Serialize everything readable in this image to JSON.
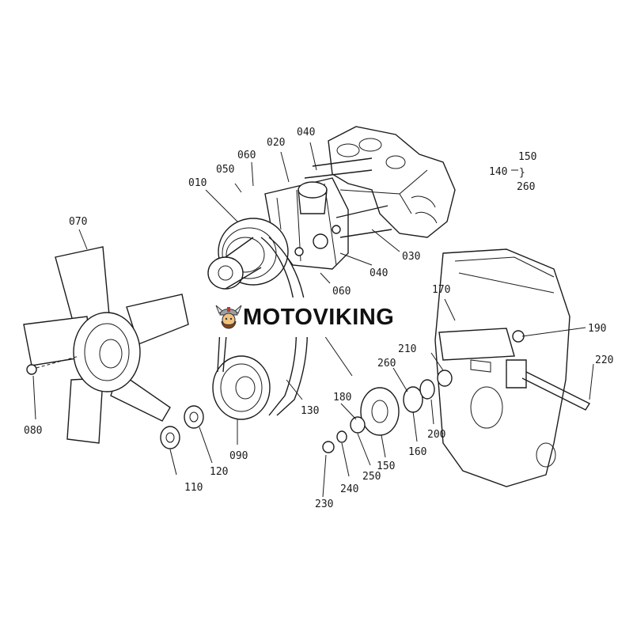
{
  "watermark": {
    "text": "MOTOVIKING",
    "icon": "viking-helmet-icon"
  },
  "labels": {
    "l010": "010",
    "l020": "020",
    "l030": "030",
    "l040a": "040",
    "l040b": "040",
    "l050": "050",
    "l060a": "060",
    "l060b": "060",
    "l070": "070",
    "l080": "080",
    "l090": "090",
    "l110": "110",
    "l120": "120",
    "l130": "130",
    "l140": "140",
    "l150a": "150",
    "l150b": "150",
    "l160": "160",
    "l170": "170",
    "l180": "180",
    "l190": "190",
    "l200": "200",
    "l210": "210",
    "l220": "220",
    "l230": "230",
    "l240": "240",
    "l250": "250",
    "l260a": "260",
    "l260b": "260"
  }
}
